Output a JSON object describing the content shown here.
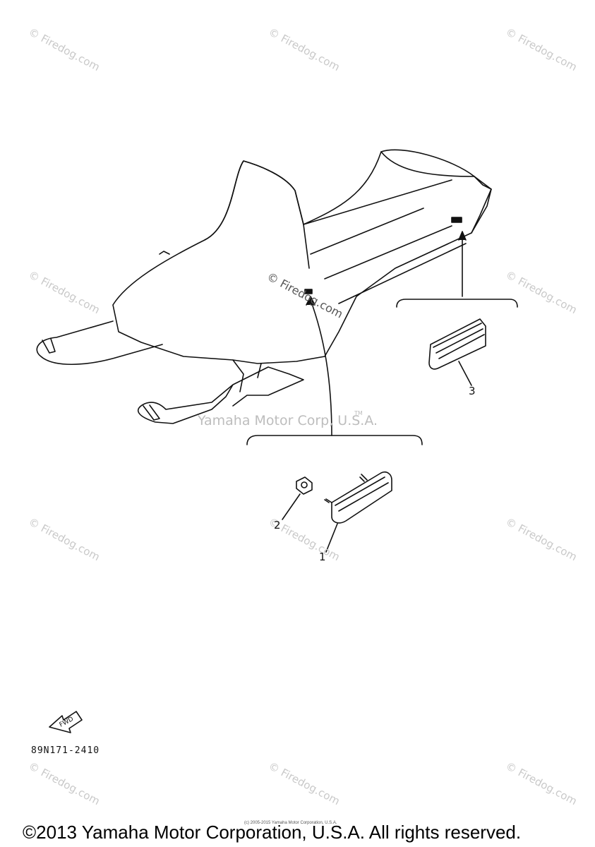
{
  "watermark": {
    "text": "© Firedog.com",
    "center": "Yamaha Motor Corp, U.S.A.",
    "tm": "TM"
  },
  "callouts": [
    "1",
    "2",
    "3"
  ],
  "diagram_code": "89N171-2410",
  "fwd_label": "FWD",
  "small_credit": "(c) 2005-2015 Yamaha Motor Corporation, U.S.A.",
  "copyright": "©2013 Yamaha Motor Corporation, U.S.A. All rights reserved."
}
